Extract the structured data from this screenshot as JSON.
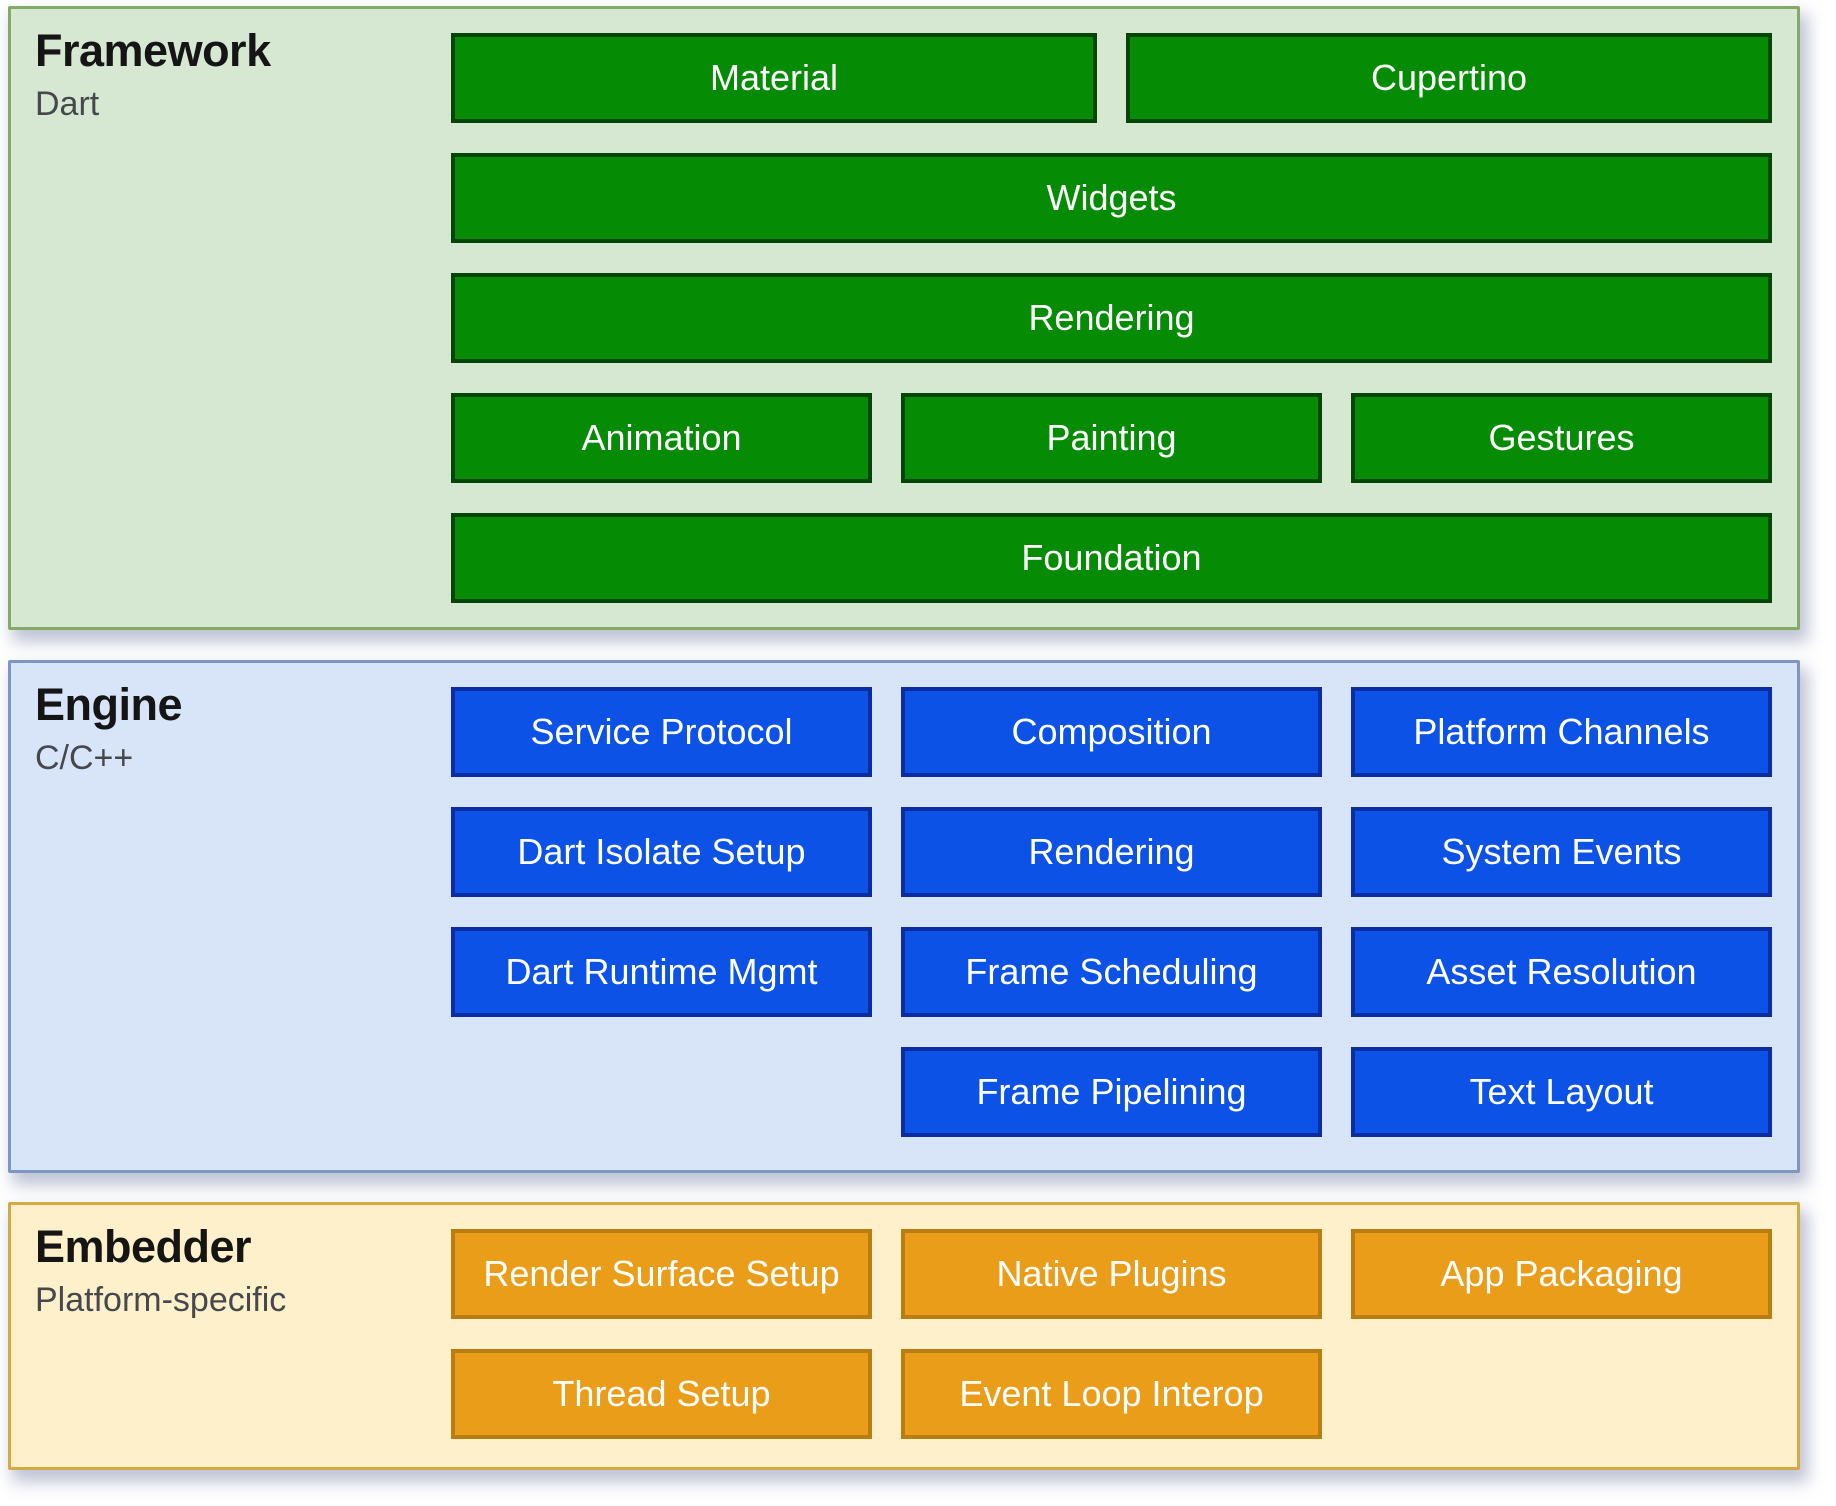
{
  "diagram": {
    "layers": [
      {
        "id": "framework",
        "title": "Framework",
        "subtitle": "Dart",
        "colors": {
          "section_bg": "#d7e8d2",
          "section_border": "#85aa68",
          "box_bg": "#058c04",
          "box_border": "#064508"
        },
        "boxes": [
          {
            "label": "Material",
            "col": "1 / 4",
            "row": 1
          },
          {
            "label": "Cupertino",
            "col": "4 / 7",
            "row": 1
          },
          {
            "label": "Widgets",
            "col": "1 / 7",
            "row": 2
          },
          {
            "label": "Rendering",
            "col": "1 / 7",
            "row": 3
          },
          {
            "label": "Animation",
            "col": "1 / 3",
            "row": 4
          },
          {
            "label": "Painting",
            "col": "3 / 5",
            "row": 4
          },
          {
            "label": "Gestures",
            "col": "5 / 7",
            "row": 4
          },
          {
            "label": "Foundation",
            "col": "1 / 7",
            "row": 5
          }
        ]
      },
      {
        "id": "engine",
        "title": "Engine",
        "subtitle": "C/C++",
        "colors": {
          "section_bg": "#d8e4f8",
          "section_border": "#7d97c3",
          "box_bg": "#0c52e6",
          "box_border": "#0c2da2"
        },
        "boxes": [
          {
            "label": "Service Protocol",
            "col": "1 / 3",
            "row": 1
          },
          {
            "label": "Composition",
            "col": "3 / 5",
            "row": 1
          },
          {
            "label": "Platform Channels",
            "col": "5 / 7",
            "row": 1
          },
          {
            "label": "Dart Isolate Setup",
            "col": "1 / 3",
            "row": 2
          },
          {
            "label": "Rendering",
            "col": "3 / 5",
            "row": 2
          },
          {
            "label": "System Events",
            "col": "5 / 7",
            "row": 2
          },
          {
            "label": "Dart Runtime Mgmt",
            "col": "1 / 3",
            "row": 3
          },
          {
            "label": "Frame Scheduling",
            "col": "3 / 5",
            "row": 3
          },
          {
            "label": "Asset Resolution",
            "col": "5 / 7",
            "row": 3
          },
          {
            "label": "Frame Pipelining",
            "col": "3 / 5",
            "row": 4
          },
          {
            "label": "Text Layout",
            "col": "5 / 7",
            "row": 4
          }
        ]
      },
      {
        "id": "embedder",
        "title": "Embedder",
        "subtitle": "Platform-specific",
        "colors": {
          "section_bg": "#fdf0cb",
          "section_border": "#d2ab46",
          "box_bg": "#e99d18",
          "box_border": "#b97d12"
        },
        "boxes": [
          {
            "label": "Render Surface Setup",
            "col": "1 / 3",
            "row": 1
          },
          {
            "label": "Native Plugins",
            "col": "3 / 5",
            "row": 1
          },
          {
            "label": "App Packaging",
            "col": "5 / 7",
            "row": 1
          },
          {
            "label": "Thread Setup",
            "col": "1 / 3",
            "row": 2
          },
          {
            "label": "Event Loop Interop",
            "col": "3 / 5",
            "row": 2
          }
        ]
      }
    ]
  }
}
